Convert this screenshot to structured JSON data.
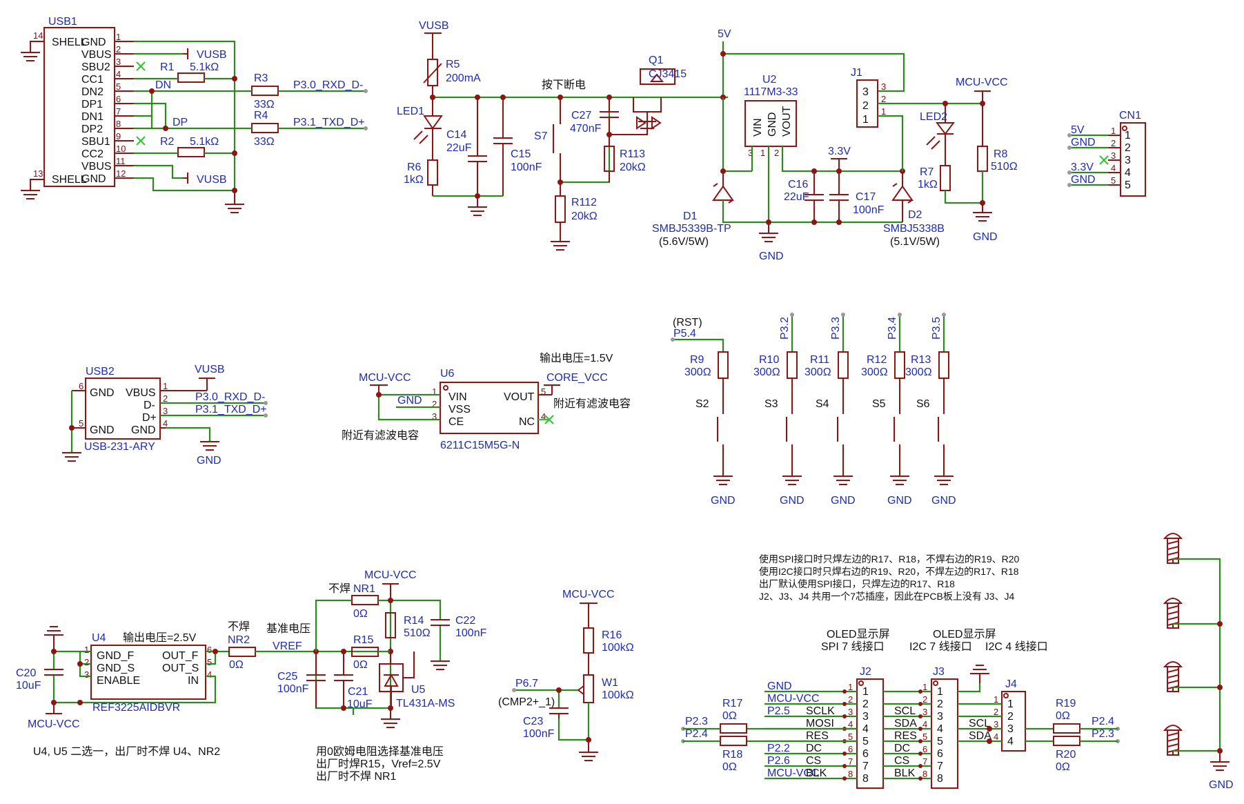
{
  "usb1": {
    "ref": "USB1",
    "left_pins": [
      {
        "num": "14",
        "name": "SHELL"
      },
      {
        "num": "13",
        "name": "SHELL"
      }
    ],
    "right_pins": [
      {
        "num": "1",
        "name": "GND"
      },
      {
        "num": "2",
        "name": "VBUS"
      },
      {
        "num": "3",
        "name": "SBU2"
      },
      {
        "num": "4",
        "name": "CC1"
      },
      {
        "num": "5",
        "name": "DN2"
      },
      {
        "num": "6",
        "name": "DP1"
      },
      {
        "num": "7",
        "name": "DN1"
      },
      {
        "num": "8",
        "name": "DP2"
      },
      {
        "num": "9",
        "name": "SBU1"
      },
      {
        "num": "10",
        "name": "CC2"
      },
      {
        "num": "11",
        "name": "VBUS"
      },
      {
        "num": "12",
        "name": "GND"
      }
    ]
  },
  "r1": {
    "ref": "R1",
    "value": "5.1kΩ"
  },
  "r2": {
    "ref": "R2",
    "value": "5.1kΩ"
  },
  "r3": {
    "ref": "R3",
    "value": "33Ω"
  },
  "r4": {
    "ref": "R4",
    "value": "33Ω"
  },
  "nets_usb1": {
    "vusb": "VUSB",
    "dn": "DN",
    "dp": "DP",
    "rxd": "P3.0_RXD_D-",
    "txd": "P3.1_TXD_D+"
  },
  "power": {
    "vusb": "VUSB",
    "r5": "R5",
    "r5v": "200mA",
    "led1": "LED1",
    "c14": "C14",
    "c14v": "22uF",
    "c15": "C15",
    "c15v": "100nF",
    "r6": "R6",
    "r6v": "1kΩ",
    "press_off": "按下断电",
    "s7": "S7",
    "c27": "C27",
    "c27v": "470nF",
    "r113": "R113",
    "r113v": "20kΩ",
    "r112": "R112",
    "r112v": "20kΩ",
    "q1": "Q1",
    "q1v": "CJ3415",
    "v5": "5V",
    "d1": "D1",
    "d1v": "SMBJ5339B-TP",
    "d1n": "(5.6V/5W)",
    "u2": "U2",
    "u2v": "1117M3-33",
    "u2p": [
      "VIN",
      "GND",
      "VOUT"
    ],
    "u2n": [
      "3",
      "1",
      "2"
    ],
    "c16": "C16",
    "c16v": "22uF",
    "c17": "C17",
    "c17v": "100nF",
    "v33": "3.3V",
    "gnd": "GND",
    "d2": "D2",
    "d2v": "SMBJ5338B",
    "d2n": "(5.1V/5W)",
    "j1": "J1",
    "j1p": [
      "3",
      "2",
      "1"
    ],
    "mcuvcc": "MCU-VCC",
    "led2": "LED2",
    "r7": "R7",
    "r7v": "1kΩ",
    "r8": "R8",
    "r8v": "510Ω"
  },
  "cn1": {
    "ref": "CN1",
    "pins": [
      "1",
      "2",
      "3",
      "4",
      "5"
    ],
    "nets": [
      "5V",
      "GND",
      "",
      "3.3V",
      "GND"
    ]
  },
  "usb2": {
    "ref": "USB2",
    "part": "USB-231-ARY",
    "pins": [
      {
        "num": "6",
        "name": "GND"
      },
      {
        "num": "5",
        "name": "GND"
      },
      {
        "num": "1",
        "name": "VBUS"
      },
      {
        "num": "2",
        "name": "D-"
      },
      {
        "num": "3",
        "name": "D+"
      },
      {
        "num": "4",
        "name": "GND"
      }
    ],
    "vusb": "VUSB",
    "gnd": "GND",
    "rxd": "P3.0_RXD_D-",
    "txd": "P3.1_TXD_D+"
  },
  "u6": {
    "ref": "U6",
    "part": "6211C15M5G-N",
    "out_note": "输出电压=1.5V",
    "mcuvcc": "MCU-VCC",
    "corevcc": "CORE_VCC",
    "gnd": "GND",
    "pins": [
      {
        "num": "1",
        "name": "VIN"
      },
      {
        "num": "2",
        "name": "VSS"
      },
      {
        "num": "3",
        "name": "CE"
      },
      {
        "num": "5",
        "name": "VOUT"
      },
      {
        "num": "4",
        "name": "NC"
      }
    ],
    "cap_note_right": "附近有滤波电容",
    "cap_note_left": "附近有滤波电容"
  },
  "buttons": {
    "rst": "(RST)",
    "gnd": "GND",
    "cols": [
      {
        "net": "P5.4",
        "r": "R9",
        "rv": "300Ω",
        "s": "S2"
      },
      {
        "net": "P3.2",
        "r": "R10",
        "rv": "300Ω",
        "s": "S3"
      },
      {
        "net": "P3.3",
        "r": "R11",
        "rv": "300Ω",
        "s": "S4"
      },
      {
        "net": "P3.4",
        "r": "R12",
        "rv": "300Ω",
        "s": "S5"
      },
      {
        "net": "P3.5",
        "r": "R13",
        "rv": "300Ω",
        "s": "S6"
      }
    ]
  },
  "vref": {
    "u4": "U4",
    "u4v": "REF3225AIDBVR",
    "u4out": "输出电压=2.5V",
    "u4pins": [
      {
        "num": "1",
        "name": "GND_F"
      },
      {
        "num": "2",
        "name": "GND_S"
      },
      {
        "num": "3",
        "name": "ENABLE"
      },
      {
        "num": "6",
        "name": "OUT_F"
      },
      {
        "num": "5",
        "name": "OUT_S"
      },
      {
        "num": "4",
        "name": "IN"
      }
    ],
    "c20": "C20",
    "c20v": "10uF",
    "mcuvcc": "MCU-VCC",
    "nofit": "不焊",
    "nr2": "NR2",
    "nr2v": "0Ω",
    "title": "基准电压",
    "vrefnet": "VREF",
    "c25": "C25",
    "c25v": "100nF",
    "c21": "C21",
    "c21v": "10uF",
    "r15": "R15",
    "r15v": "0Ω",
    "nr1": "NR1",
    "nr1v": "0Ω",
    "r14": "R14",
    "r14v": "510Ω",
    "c22": "C22",
    "c22v": "100nF",
    "u5": "U5",
    "u5v": "TL431A-MS",
    "note_choice": "U4, U5 二选一，出厂时不焊 U4、NR2",
    "note_lines": [
      "用0欧姆电阻选择基准电压",
      "出厂时焊R15，Vref=2.5V",
      "出厂时不焊 NR1"
    ]
  },
  "pot": {
    "mcuvcc": "MCU-VCC",
    "r16": "R16",
    "r16v": "100kΩ",
    "w1": "W1",
    "w1v": "100kΩ",
    "p67": "P6.7",
    "cmp": "(CMP2+_1)",
    "c23": "C23",
    "c23v": "100nF"
  },
  "oled": {
    "notes": [
      "使用SPI接口时只焊左边的R17、R18，不焊右边的R19、R20",
      "使用I2C接口时只焊右边的R19、R20，不焊左边的R17、R18",
      "出厂默认使用SPI接口，只焊左边的R17、R18",
      "J2、J3、J4 共用一个7芯插座，因此在PCB板上没有 J3、J4"
    ],
    "h_spi": [
      "OLED显示屏",
      "SPI 7 线接口"
    ],
    "h_i2c7": [
      "OLED显示屏",
      "I2C 7 线接口"
    ],
    "h_i2c4": "I2C 4 线接口",
    "j2": "J2",
    "j3": "J3",
    "j4": "J4",
    "nums8": [
      "1",
      "2",
      "3",
      "4",
      "5",
      "6",
      "7",
      "8"
    ],
    "nums4": [
      "1",
      "2",
      "3",
      "4"
    ],
    "j2nets": [
      "GND",
      "MCU-VCC",
      "P2.5",
      "",
      "",
      "P2.2",
      "P2.6",
      "MCU-VCC"
    ],
    "j2sig": [
      "",
      "",
      "SCLK",
      "MOSI",
      "RES",
      "DC",
      "CS",
      "BLK"
    ],
    "j3sig": [
      "",
      "",
      "SCL",
      "SDA",
      "RES",
      "DC",
      "CS",
      "BLK"
    ],
    "j4sig": [
      "",
      "",
      "SCL",
      "SDA"
    ],
    "r17": "R17",
    "r17v": "0Ω",
    "r18": "R18",
    "r18v": "0Ω",
    "r19": "R19",
    "r19v": "0Ω",
    "r20": "R20",
    "r20v": "0Ω",
    "p23": "P2.3",
    "p24": "P2.4",
    "gnd": "GND"
  },
  "screws": {
    "gnd": "GND"
  }
}
